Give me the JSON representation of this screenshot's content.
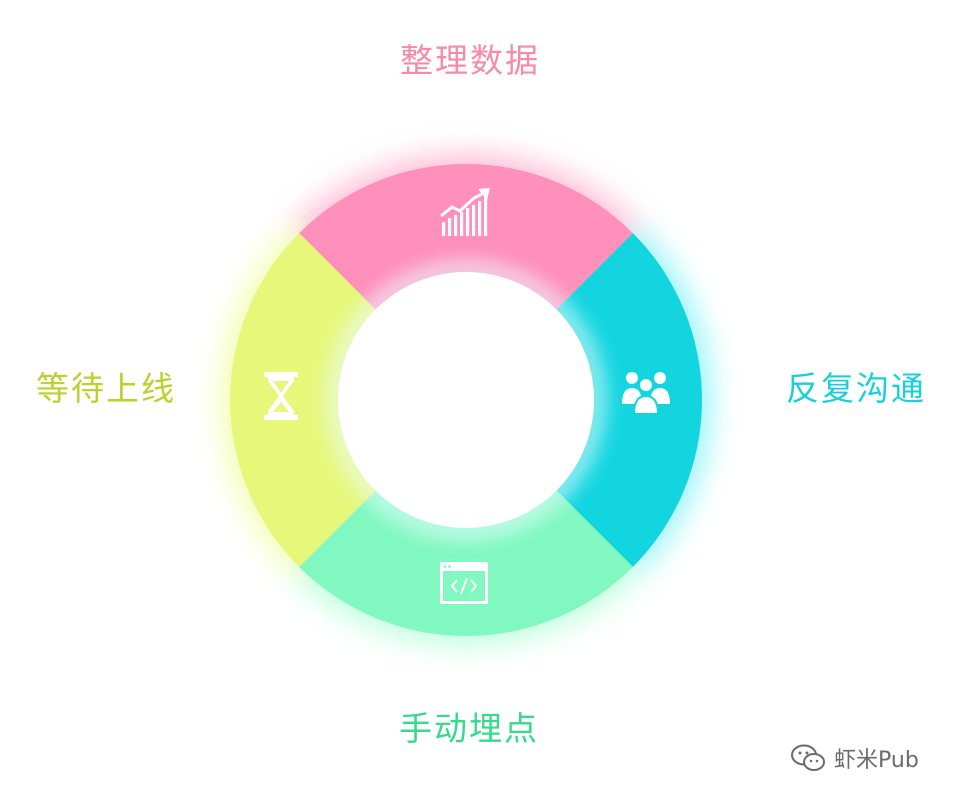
{
  "segments": [
    {
      "id": "top",
      "label": "整理数据",
      "icon": "chart-icon",
      "color": "#ff8fbb",
      "text_color": "#f78aa8",
      "glow": "#ffb3cf"
    },
    {
      "id": "right",
      "label": "反复沟通",
      "icon": "team-icon",
      "color": "#12d5e0",
      "text_color": "#19cfd9",
      "glow": "#8cf3f7"
    },
    {
      "id": "bottom",
      "label": "手动埋点",
      "icon": "code-icon",
      "color": "#80f8c0",
      "text_color": "#35db8c",
      "glow": "#b5ffd9"
    },
    {
      "id": "left",
      "label": "等待上线",
      "icon": "hourglass-icon",
      "color": "#e6f77a",
      "text_color": "#b8d22e",
      "glow": "#f1ffa8"
    }
  ],
  "watermark": {
    "text": "虾米Pub",
    "icon": "wechat-icon"
  }
}
